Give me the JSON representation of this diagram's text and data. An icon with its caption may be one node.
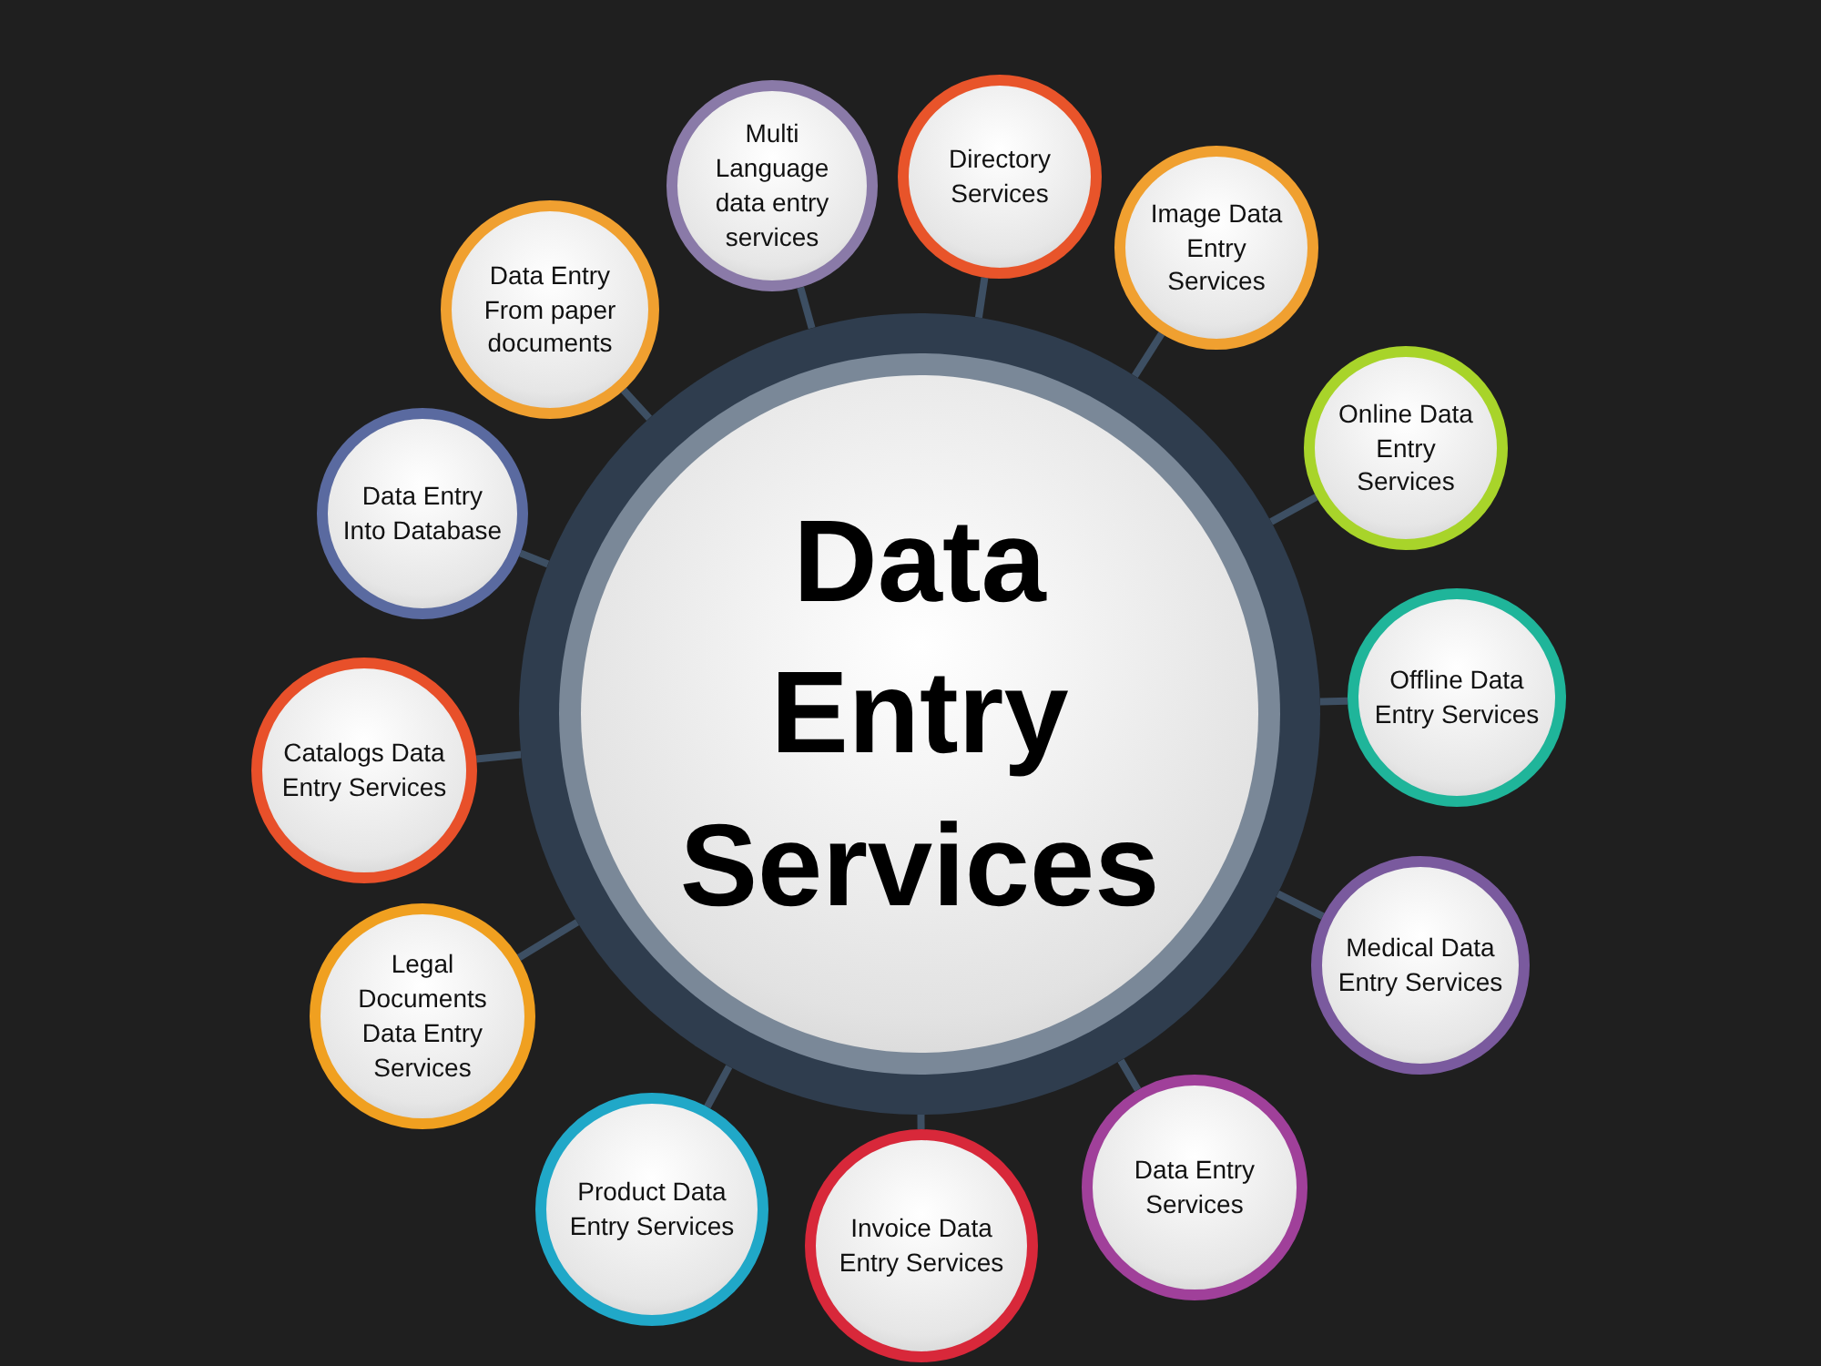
{
  "diagram": {
    "nodes": [
      {
        "text": [
          "Data Entry Services"
        ]
      },
      {
        "text": [
          "Multi Language data entry services"
        ]
      },
      {
        "text": [
          "Directory Services"
        ]
      },
      {
        "text": [
          "Image Data Entry Services"
        ]
      },
      {
        "text": [
          "Online Data Entry Services"
        ]
      },
      {
        "text": [
          "Offline Data Entry Services"
        ]
      },
      {
        "text": [
          "Medical Data Entry Services"
        ]
      },
      {
        "text": [
          "Data Entry Services"
        ]
      },
      {
        "text": [
          "Invoice Data Entry Services"
        ]
      },
      {
        "text": [
          "Product Data Entry Services"
        ]
      },
      {
        "text": [
          "Legal Documents Data Entry Services"
        ]
      },
      {
        "text": [
          "Catalogs Data Entry Services"
        ]
      },
      {
        "text": [
          "Data Entry Into Database"
        ]
      },
      {
        "text": [
          "Data Entry From paper documents"
        ]
      }
    ],
    "edges": [
      {
        "from": 1,
        "to": 0,
        "arrow": "none"
      },
      {
        "from": 2,
        "to": 0,
        "arrow": "none"
      },
      {
        "from": 3,
        "to": 0,
        "arrow": "none"
      },
      {
        "from": 4,
        "to": 0,
        "arrow": "none"
      },
      {
        "from": 5,
        "to": 0,
        "arrow": "none"
      },
      {
        "from": 6,
        "to": 0,
        "arrow": "none"
      },
      {
        "from": 7,
        "to": 0,
        "arrow": "none"
      },
      {
        "from": 8,
        "to": 0,
        "arrow": "none"
      },
      {
        "from": 9,
        "to": 0,
        "arrow": "none"
      },
      {
        "from": 10,
        "to": 0,
        "arrow": "none"
      },
      {
        "from": 11,
        "to": 0,
        "arrow": "none"
      },
      {
        "from": 12,
        "to": 0,
        "arrow": "none"
      },
      {
        "from": 13,
        "to": 0,
        "arrow": "none"
      }
    ]
  }
}
